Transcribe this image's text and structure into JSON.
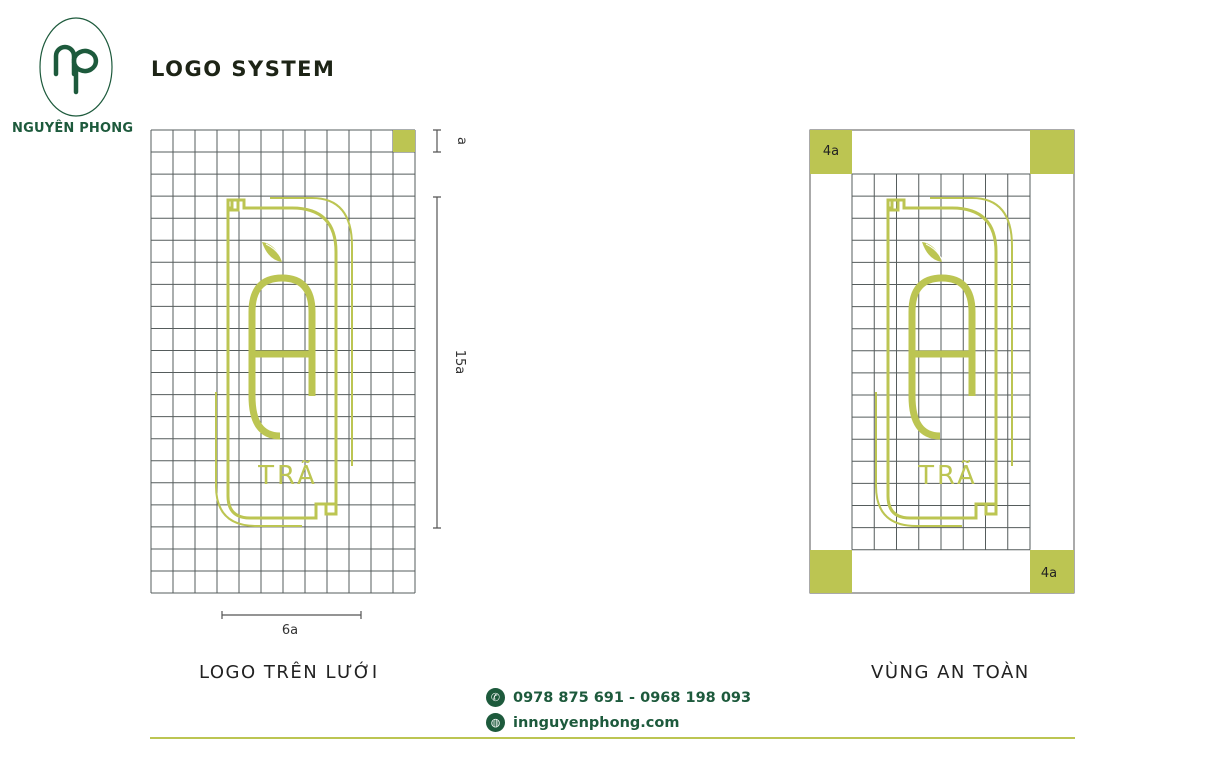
{
  "brand": {
    "name": "NGUYÊN PHONG",
    "monogram": "np"
  },
  "title": "LOGO SYSTEM",
  "left_panel": {
    "caption": "LOGO TRÊN LƯỚI",
    "unit_label": "a",
    "height_label": "15a",
    "width_label": "6a"
  },
  "right_panel": {
    "caption": "VÙNG AN TOÀN",
    "corner_label_top": "4a",
    "corner_label_bottom": "4a"
  },
  "logo": {
    "word": "TRÃ"
  },
  "contact": {
    "phone": "0978 875 691 - 0968 198 093",
    "website": "innguyenphong.com",
    "phone_icon": "phone-icon",
    "web_icon": "globe-icon"
  },
  "colors": {
    "brand_green": "#1d5a3c",
    "accent_olive": "#bcc552",
    "grid": "#555c5c"
  }
}
